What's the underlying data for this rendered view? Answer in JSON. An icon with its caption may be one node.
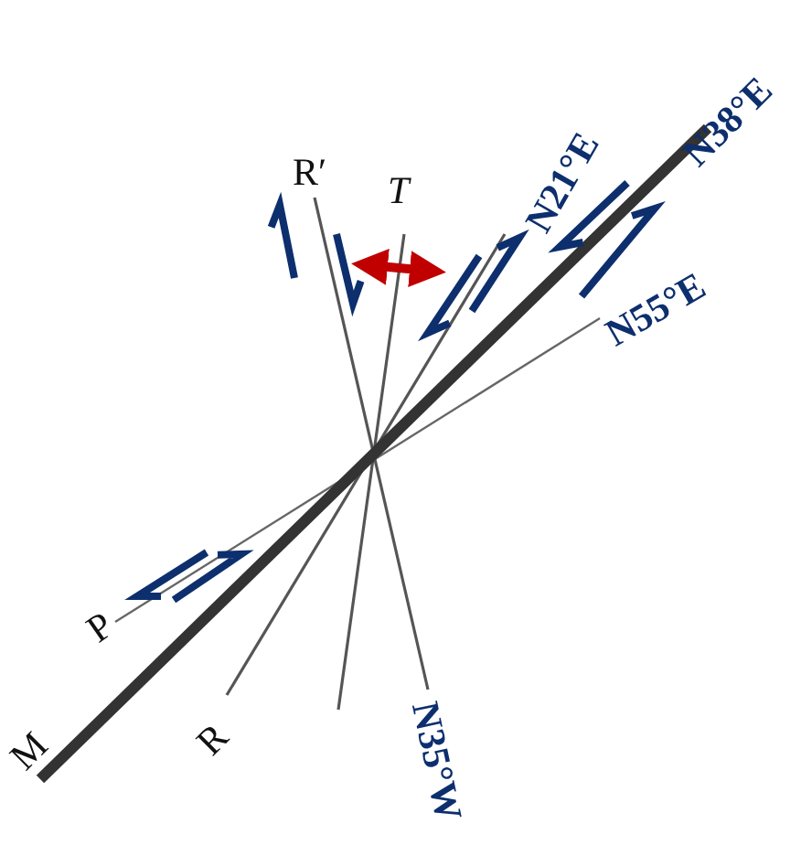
{
  "diagram": {
    "labels": [
      "R′",
      "T",
      "N21°E",
      "N38°E",
      "N55°E",
      "P",
      "M",
      "R",
      "N35°W"
    ]
  }
}
